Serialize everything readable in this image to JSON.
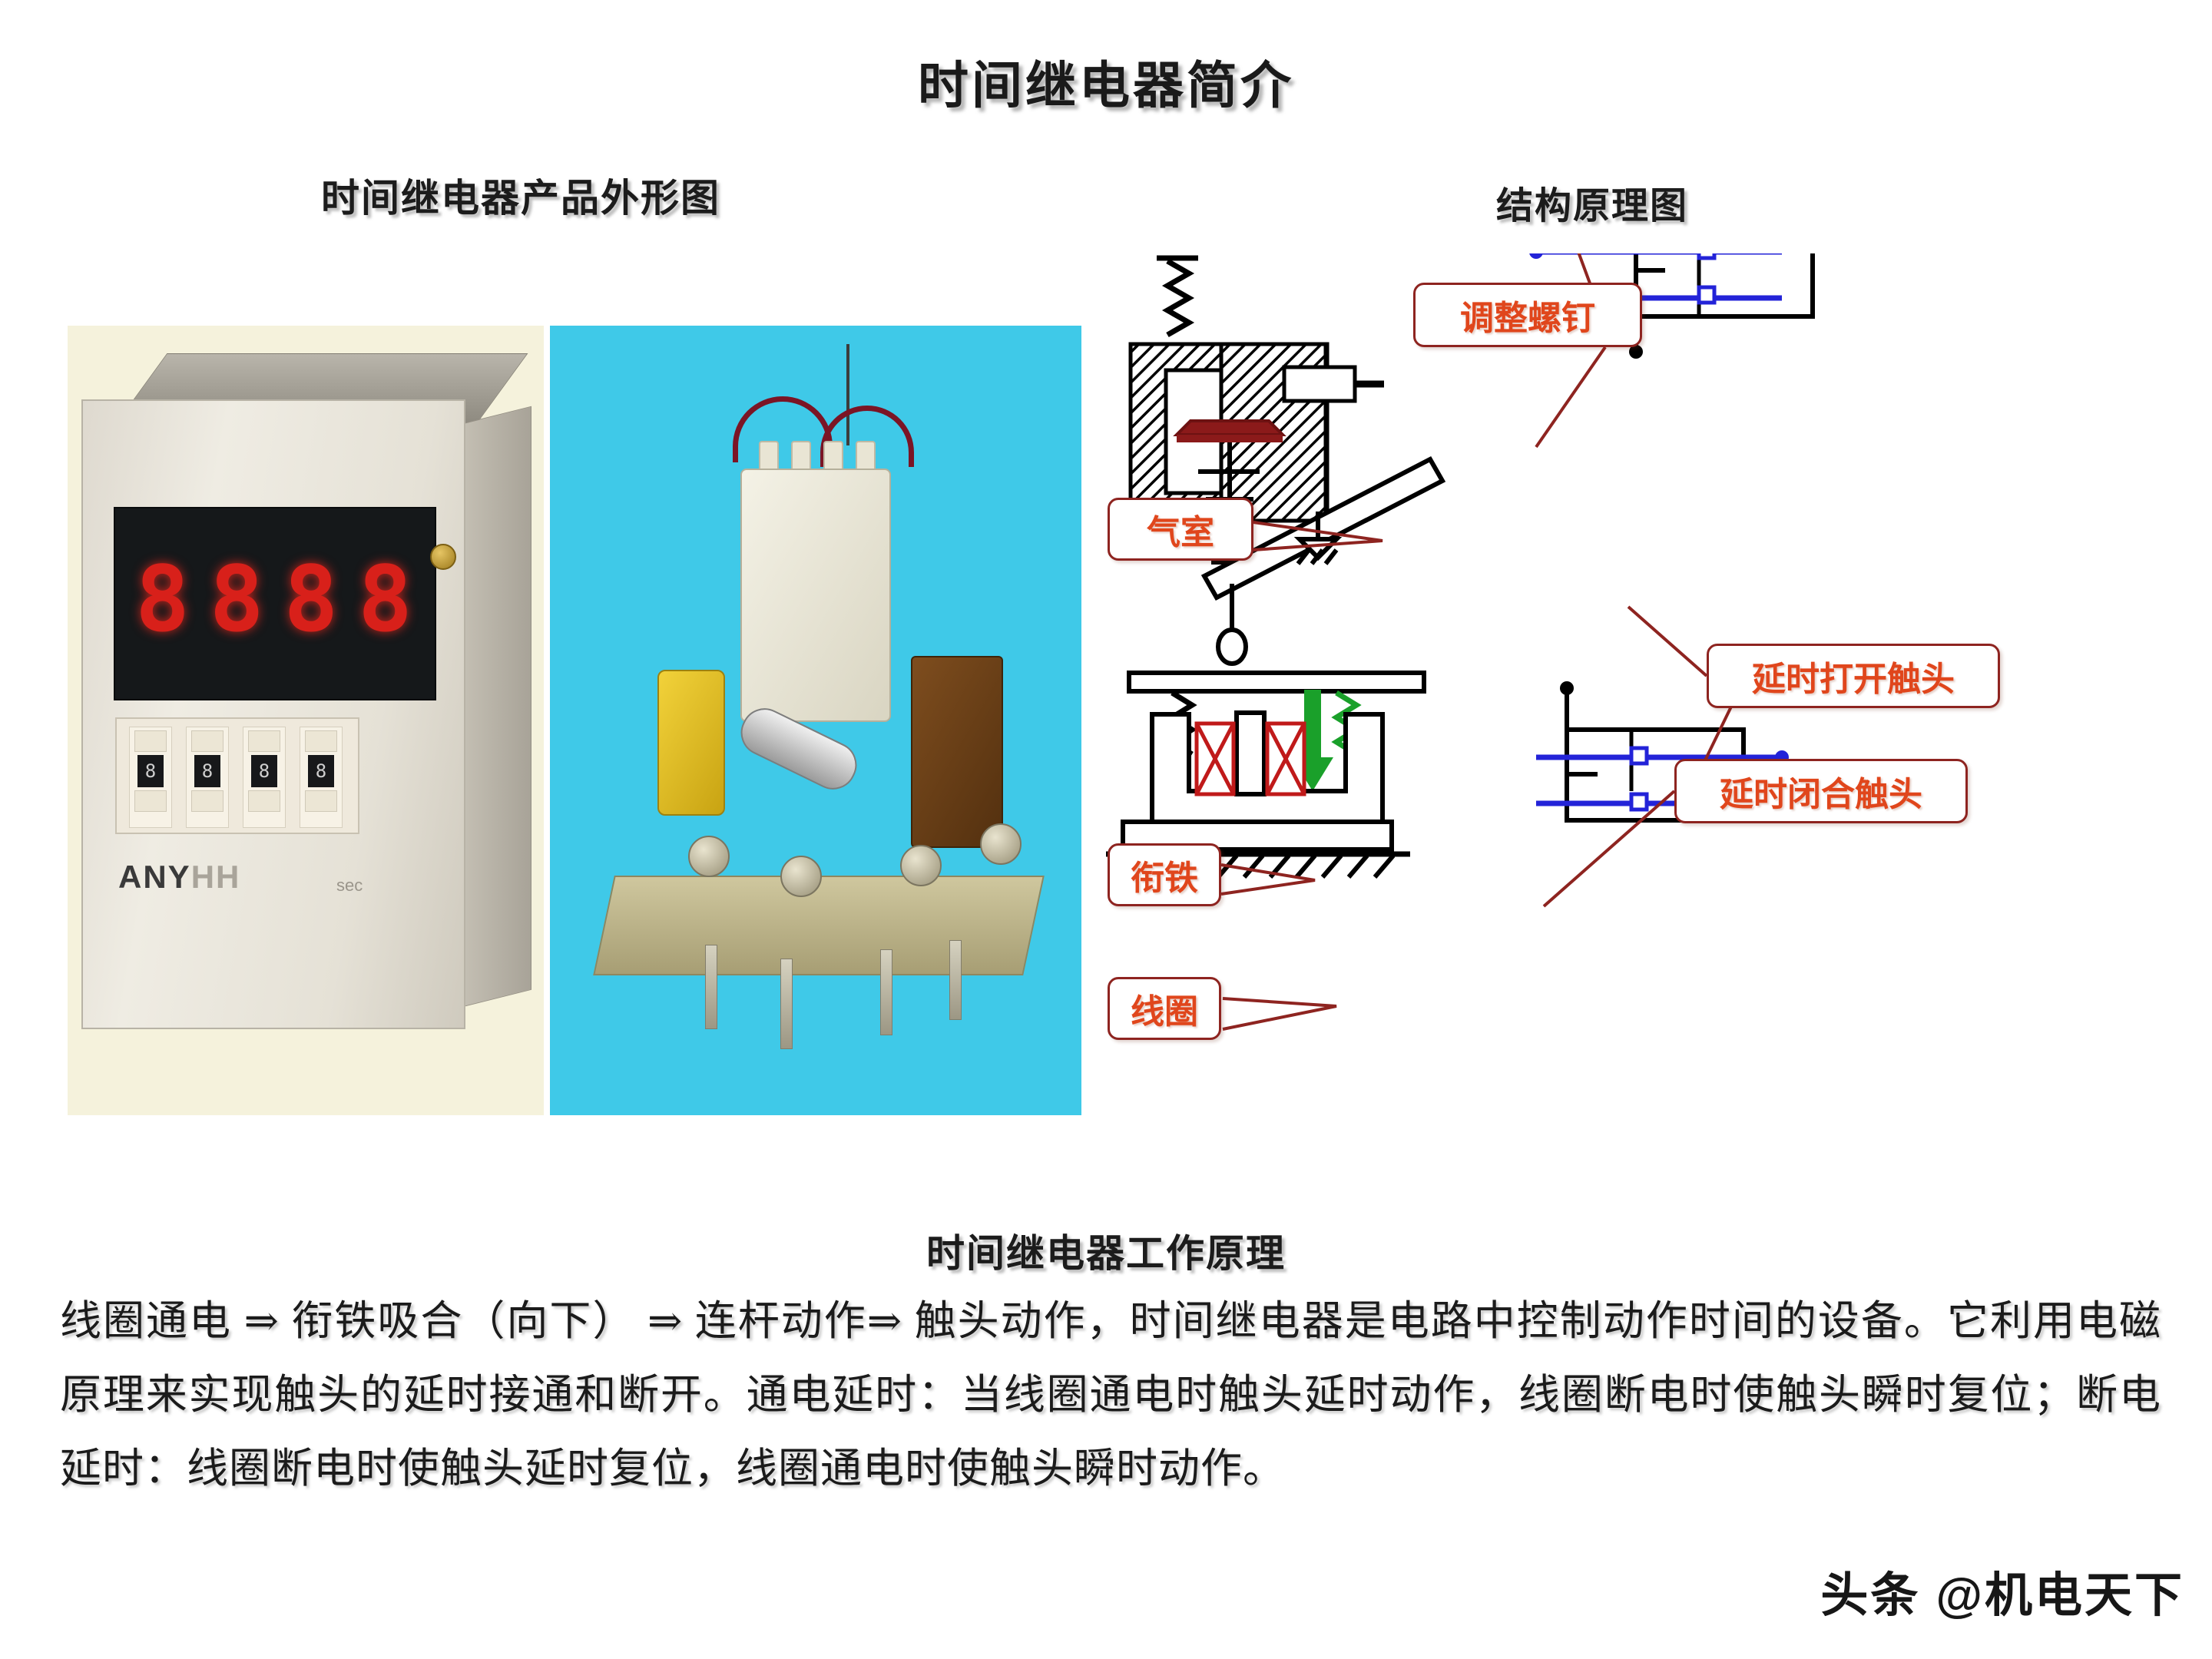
{
  "title": "时间继电器简介",
  "sections": {
    "left_caption": "时间继电器产品外形图",
    "right_caption": "结构原理图",
    "principle_caption": "时间继电器工作原理"
  },
  "product_photo": {
    "display_digits": [
      "8",
      "8",
      "8",
      "8"
    ],
    "dip_windows": [
      "8",
      "8",
      "8",
      "8"
    ],
    "brand": "ANY",
    "brand_suffix": "HH",
    "unit_label": "sec"
  },
  "callouts": [
    {
      "id": "adjust-screw",
      "label": "调整螺钉"
    },
    {
      "id": "air-chamber",
      "label": "气室"
    },
    {
      "id": "delay-open",
      "label": "延时打开触头"
    },
    {
      "id": "delay-close",
      "label": "延时闭合触头"
    },
    {
      "id": "armature",
      "label": "衔铁"
    },
    {
      "id": "coil",
      "label": "线圈"
    }
  ],
  "body_text": "线圈通电 ⇒ 衔铁吸合（向下） ⇒  连杆动作⇒  触头动作，时间继电器是电路中控制动作时间的设备。它利用电磁原理来实现触头的延时接通和断开。通电延时：当线圈通电时触头延时动作，线圈断电时使触头瞬时复位；断电延时：线圈断电时使触头延时复位，线圈通电时使触头瞬时动作。",
  "watermark": "头条 @机电天下",
  "colors": {
    "callout_border": "#8e2420",
    "callout_text": "#e0461c",
    "schematic_line": "#000000",
    "contact_blue": "#2323d8",
    "coil_red": "#c01a1a",
    "arrow_green": "#1aa02a",
    "photo2_background": "#3fc9e8",
    "photo1_background": "#f5f2dc",
    "display_red": "#d8201a"
  }
}
